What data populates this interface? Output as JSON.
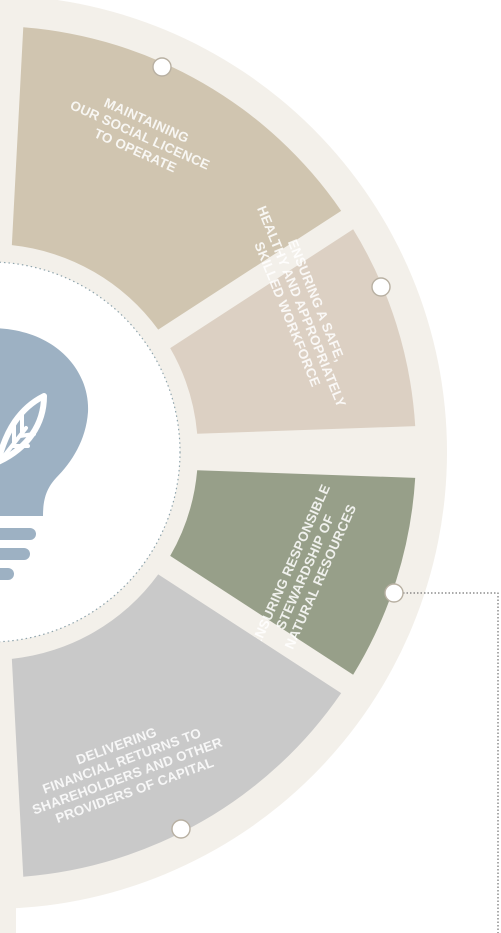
{
  "diagram": {
    "colors": {
      "outer_ring": "#f3f0ea",
      "left_strip": "#f3f0ea",
      "inner_circle": "#ffffff",
      "dotted_ring": "#8fa4ac",
      "bulb": "#9db1c3",
      "leaf": "#ffffff",
      "connector": "#555555"
    },
    "segments": [
      {
        "id": "social",
        "color": "#d0c5b0",
        "label_lines": [
          "MAINTAINING",
          "OUR SOCIAL LICENCE",
          "TO OPERATE"
        ]
      },
      {
        "id": "workforce",
        "color": "#dcd0c3",
        "label_lines": [
          "ENSURING A SAFE,",
          "HEALTHY AND APPROPRIATELY",
          "SKILLED WORKFORCE"
        ]
      },
      {
        "id": "stewardship",
        "color": "#979f89",
        "label_lines": [
          "ENSURING RESPONSIBLE",
          "STEWARDSHIP OF",
          "NATURAL RESOURCES"
        ]
      },
      {
        "id": "financial",
        "color": "#c9c9c9",
        "label_lines": [
          "DELIVERING",
          "FINANCIAL RETURNS TO",
          "SHAREHOLDERS AND OTHER",
          "PROVIDERS OF CAPITAL"
        ]
      }
    ]
  }
}
